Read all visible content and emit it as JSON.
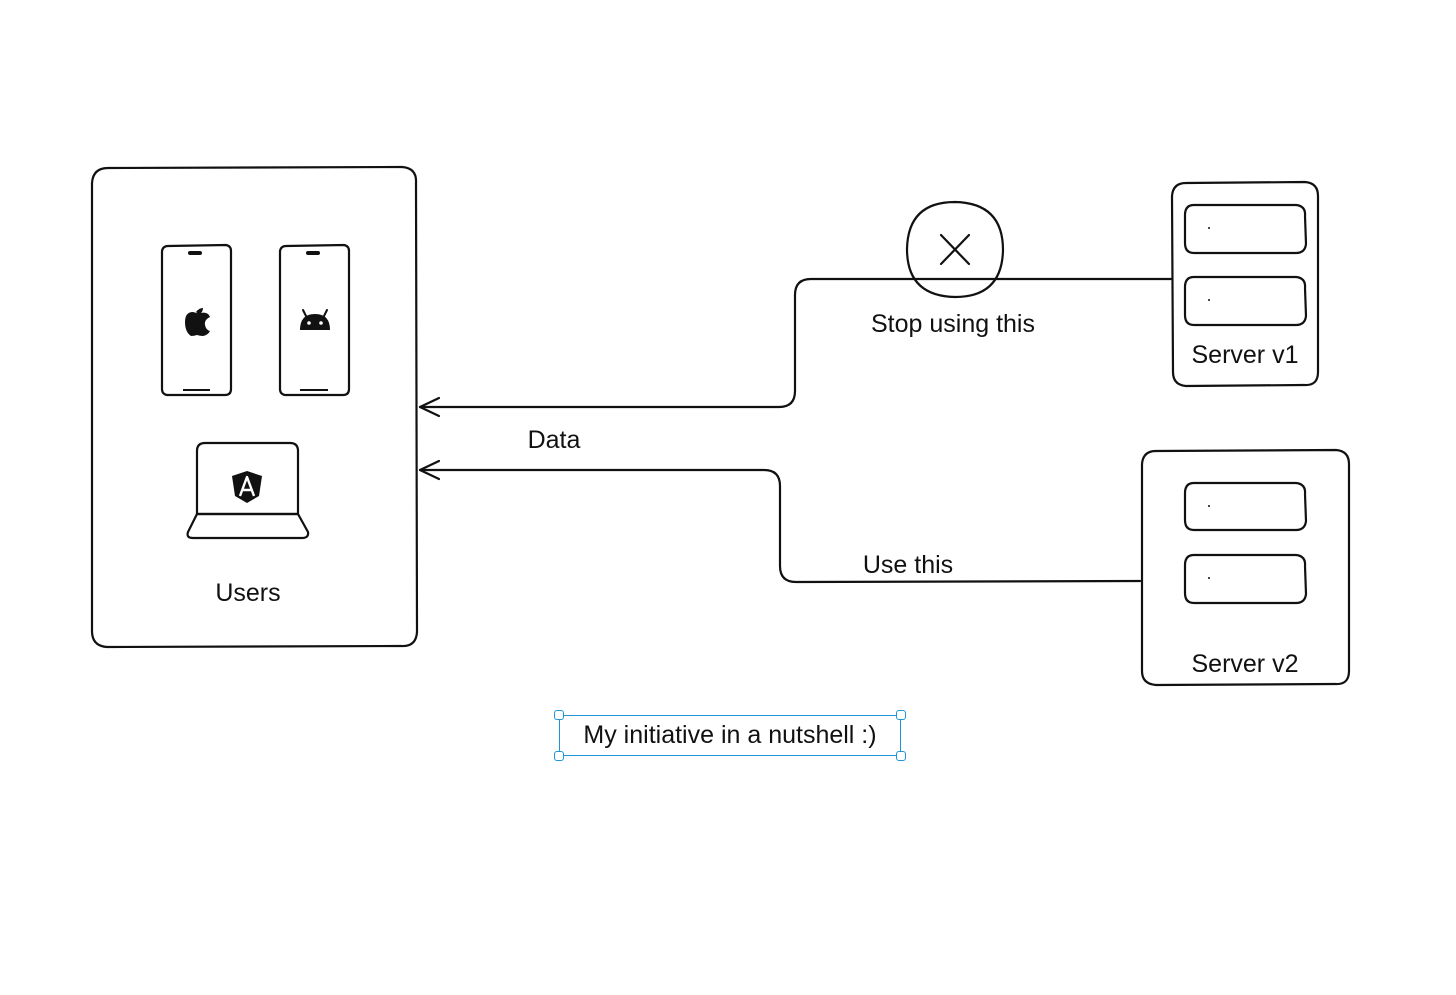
{
  "nodes": {
    "users": {
      "label": "Users"
    },
    "server_v1": {
      "label": "Server v1"
    },
    "server_v2": {
      "label": "Server v2"
    }
  },
  "edges": {
    "stop": {
      "label": "Stop using this"
    },
    "data": {
      "label": "Data"
    },
    "use": {
      "label": "Use this"
    }
  },
  "caption": {
    "text": "My initiative in a nutshell :)"
  },
  "colors": {
    "stroke": "#111111",
    "selection": "#1f95d8",
    "background": "#ffffff"
  },
  "icons": [
    "apple-icon",
    "android-icon",
    "angular-icon",
    "x-icon"
  ]
}
